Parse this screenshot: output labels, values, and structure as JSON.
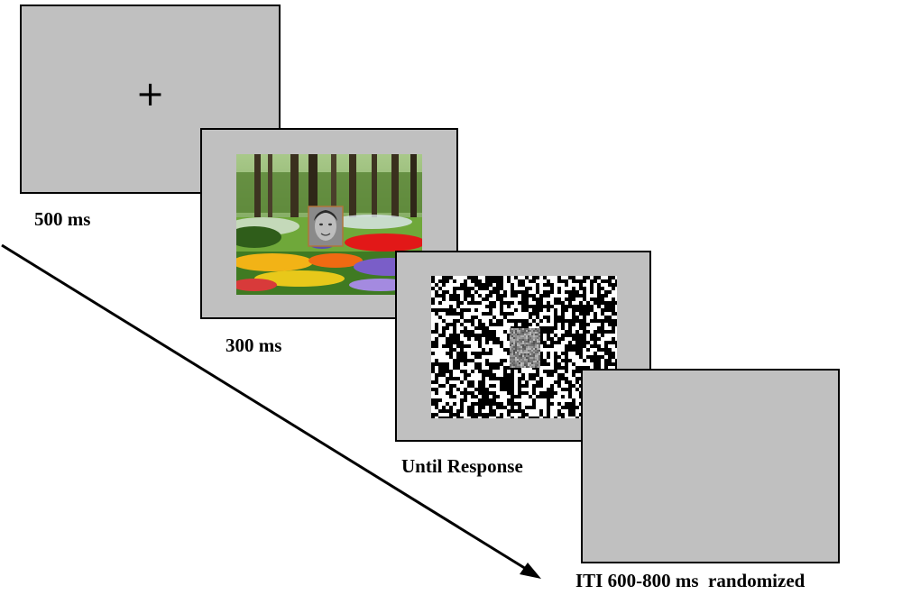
{
  "frames": [
    {
      "label": "500 ms",
      "stimulus": "fixation",
      "fixation_symbol": "+"
    },
    {
      "label": "300 ms",
      "stimulus": "scene-with-face"
    },
    {
      "label": "Until Response",
      "stimulus": "noise-mask"
    },
    {
      "label": "ITI 600-800 ms  randomized",
      "stimulus": "blank"
    }
  ],
  "colors": {
    "screen": "#c0c0c0",
    "border": "#000000"
  }
}
